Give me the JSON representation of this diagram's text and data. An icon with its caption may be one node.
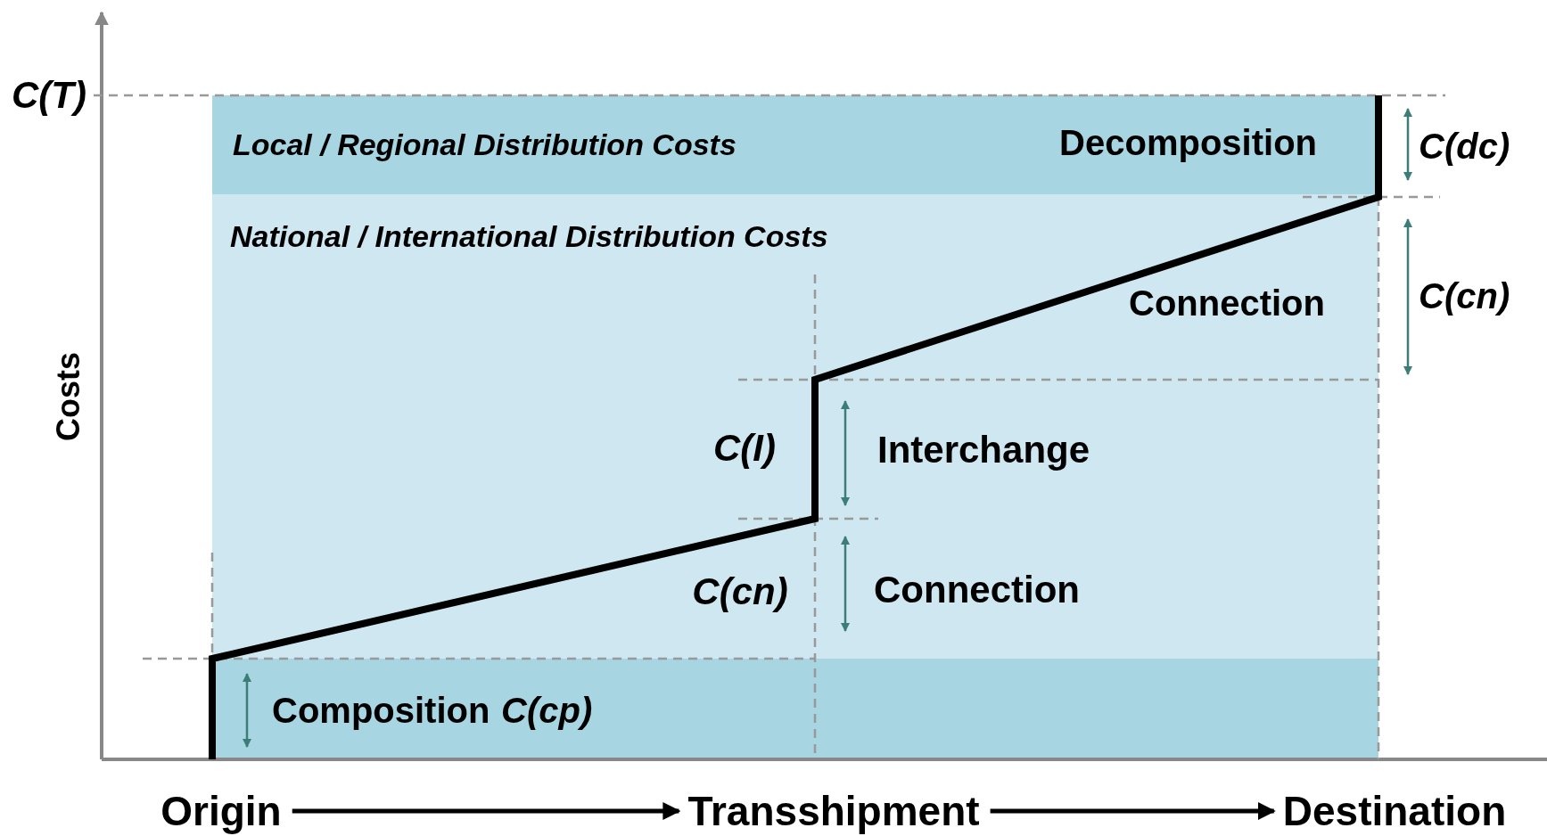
{
  "diagram": {
    "nodes": [
      {
        "text": [
          "Local / Regional Distribution Costs",
          "Decomposition"
        ]
      },
      {
        "text": [
          "National / International Distribution Costs"
        ]
      },
      {
        "text": [
          "Composition",
          "C(cp)"
        ]
      },
      {
        "text": [
          "Origin"
        ]
      },
      {
        "text": [
          "Transshipment"
        ]
      },
      {
        "text": [
          "Destination"
        ]
      }
    ],
    "edges": [
      {
        "from": 3,
        "to": 4,
        "arrow": "to"
      },
      {
        "from": 4,
        "to": 5,
        "arrow": "to"
      }
    ],
    "labels": [
      "C(T)",
      "C(dc)",
      "Connection",
      "C(cn)",
      "Costs",
      "C(I)",
      "Interchange",
      "C(cn)",
      "Connection"
    ]
  }
}
